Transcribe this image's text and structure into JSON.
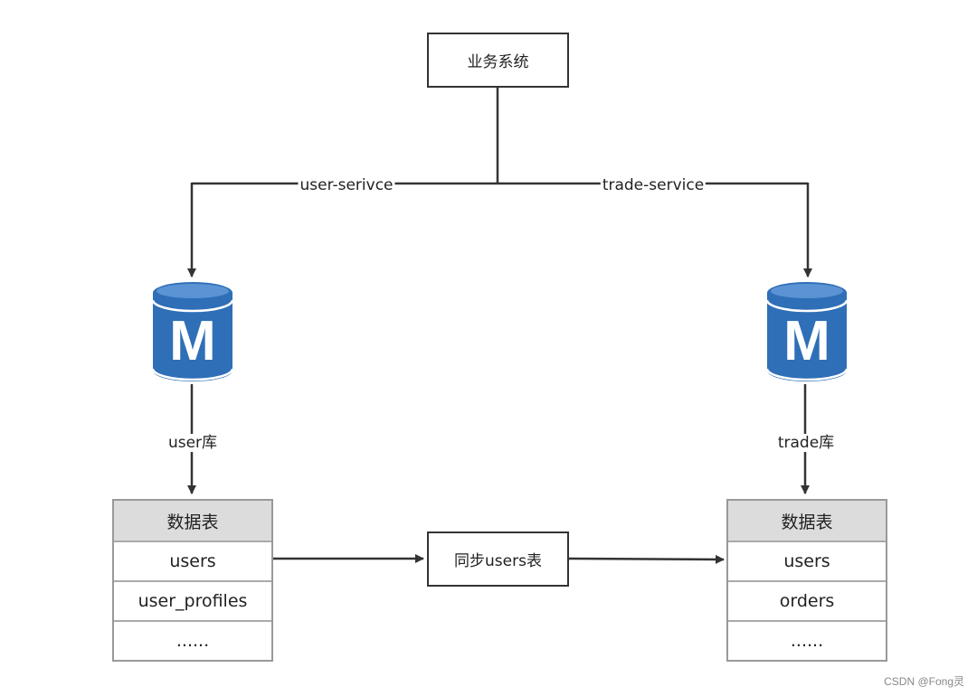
{
  "system_box": {
    "label": "业务系统"
  },
  "edges": {
    "left_service": "user-serivce",
    "right_service": "trade-service",
    "left_db": "user库",
    "right_db": "trade库"
  },
  "databases": [
    {
      "icon": "mysql-database-icon",
      "letter": "M",
      "color": "#2f6fb7"
    },
    {
      "icon": "mysql-database-icon",
      "letter": "M",
      "color": "#2f6fb7"
    }
  ],
  "left_table": {
    "header": "数据表",
    "rows": [
      "users",
      "user_profiles",
      "......"
    ]
  },
  "right_table": {
    "header": "数据表",
    "rows": [
      "users",
      "orders",
      "......"
    ]
  },
  "sync_box": {
    "label": "同步users表"
  },
  "watermark": "CSDN @Fong灵"
}
